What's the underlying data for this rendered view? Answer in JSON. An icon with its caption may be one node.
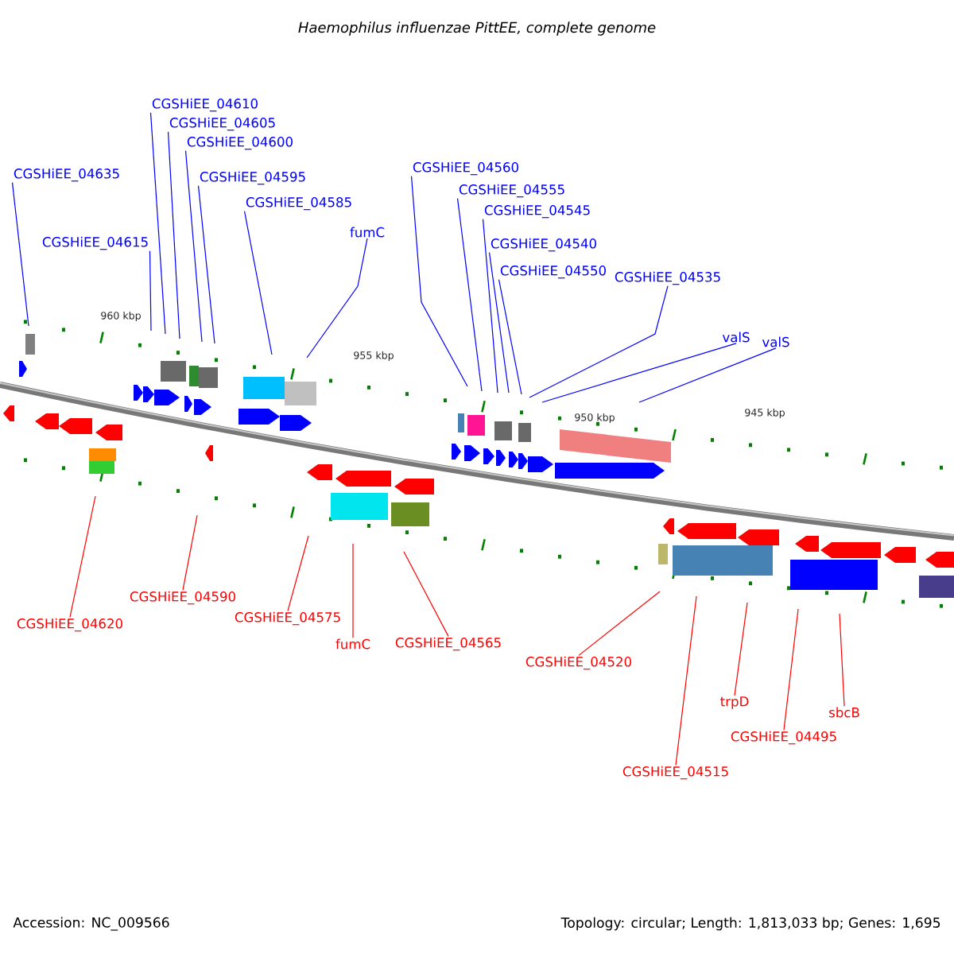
{
  "diagram": {
    "title": "Haemophilus influenzae PittEE, complete genome",
    "nodes": [
      {
        "text": [
          "CGSHiEE_04635"
        ]
      },
      {
        "text": [
          "CGSHiEE_04610"
        ]
      },
      {
        "text": [
          "CGSHiEE_04605"
        ]
      },
      {
        "text": [
          "CGSHiEE_04600"
        ]
      },
      {
        "text": [
          "CGSHiEE_04595"
        ]
      },
      {
        "text": [
          "CGSHiEE_04585"
        ]
      },
      {
        "text": [
          "CGSHiEE_04615"
        ]
      },
      {
        "text": [
          "fumC"
        ]
      },
      {
        "text": [
          "CGSHiEE_04560"
        ]
      },
      {
        "text": [
          "CGSHiEE_04555"
        ]
      },
      {
        "text": [
          "CGSHiEE_04545"
        ]
      },
      {
        "text": [
          "CGSHiEE_04540"
        ]
      },
      {
        "text": [
          "CGSHiEE_04550"
        ]
      },
      {
        "text": [
          "CGSHiEE_04535"
        ]
      },
      {
        "text": [
          "valS"
        ]
      },
      {
        "text": [
          "valS"
        ]
      },
      {
        "text": [
          "CGSHiEE_04620"
        ]
      },
      {
        "text": [
          "CGSHiEE_04590"
        ]
      },
      {
        "text": [
          "CGSHiEE_04575"
        ]
      },
      {
        "text": [
          "fumC"
        ]
      },
      {
        "text": [
          "CGSHiEE_04565"
        ]
      },
      {
        "text": [
          "CGSHiEE_04520"
        ]
      },
      {
        "text": [
          "CGSHiEE_04515"
        ]
      },
      {
        "text": [
          "trpD"
        ]
      },
      {
        "text": [
          "CGSHiEE_04495"
        ]
      },
      {
        "text": [
          "sbcB"
        ]
      }
    ],
    "edges": [
      {
        "from": 0,
        "to": null,
        "arrow": "none"
      },
      {
        "from": 1,
        "to": null,
        "arrow": "none"
      },
      {
        "from": 2,
        "to": null,
        "arrow": "none"
      },
      {
        "from": 3,
        "to": null,
        "arrow": "none"
      },
      {
        "from": 4,
        "to": null,
        "arrow": "none"
      },
      {
        "from": 5,
        "to": null,
        "arrow": "none"
      },
      {
        "from": 6,
        "to": null,
        "arrow": "none"
      },
      {
        "from": 7,
        "to": null,
        "arrow": "none"
      },
      {
        "from": 8,
        "to": null,
        "arrow": "none"
      },
      {
        "from": 9,
        "to": null,
        "arrow": "none"
      },
      {
        "from": 10,
        "to": null,
        "arrow": "none"
      },
      {
        "from": 11,
        "to": null,
        "arrow": "none"
      },
      {
        "from": 12,
        "to": null,
        "arrow": "none"
      },
      {
        "from": 13,
        "to": null,
        "arrow": "none"
      },
      {
        "from": 14,
        "to": null,
        "arrow": "none"
      },
      {
        "from": 15,
        "to": null,
        "arrow": "none"
      },
      {
        "from": 16,
        "to": null,
        "arrow": "none",
        "color": "#ff0000"
      },
      {
        "from": 17,
        "to": null,
        "arrow": "none",
        "color": "#ff0000"
      },
      {
        "from": 18,
        "to": null,
        "arrow": "none",
        "color": "#ff0000"
      },
      {
        "from": 19,
        "to": null,
        "arrow": "none",
        "color": "#ff0000"
      },
      {
        "from": 20,
        "to": null,
        "arrow": "none",
        "color": "#ff0000"
      },
      {
        "from": 21,
        "to": null,
        "arrow": "none",
        "color": "#ff0000"
      },
      {
        "from": 22,
        "to": null,
        "arrow": "none",
        "color": "#ff0000"
      },
      {
        "from": 23,
        "to": null,
        "arrow": "none",
        "color": "#ff0000"
      },
      {
        "from": 24,
        "to": null,
        "arrow": "none",
        "color": "#ff0000"
      },
      {
        "from": 25,
        "to": null,
        "arrow": "none",
        "color": "#ff0000"
      }
    ],
    "labels": [
      "960 kbp",
      "955 kbp",
      "950 kbp",
      "945 kbp",
      "Accession: NC_009566",
      "Topology: circular; Length: 1,813,033 bp; Genes: 1,695"
    ]
  }
}
